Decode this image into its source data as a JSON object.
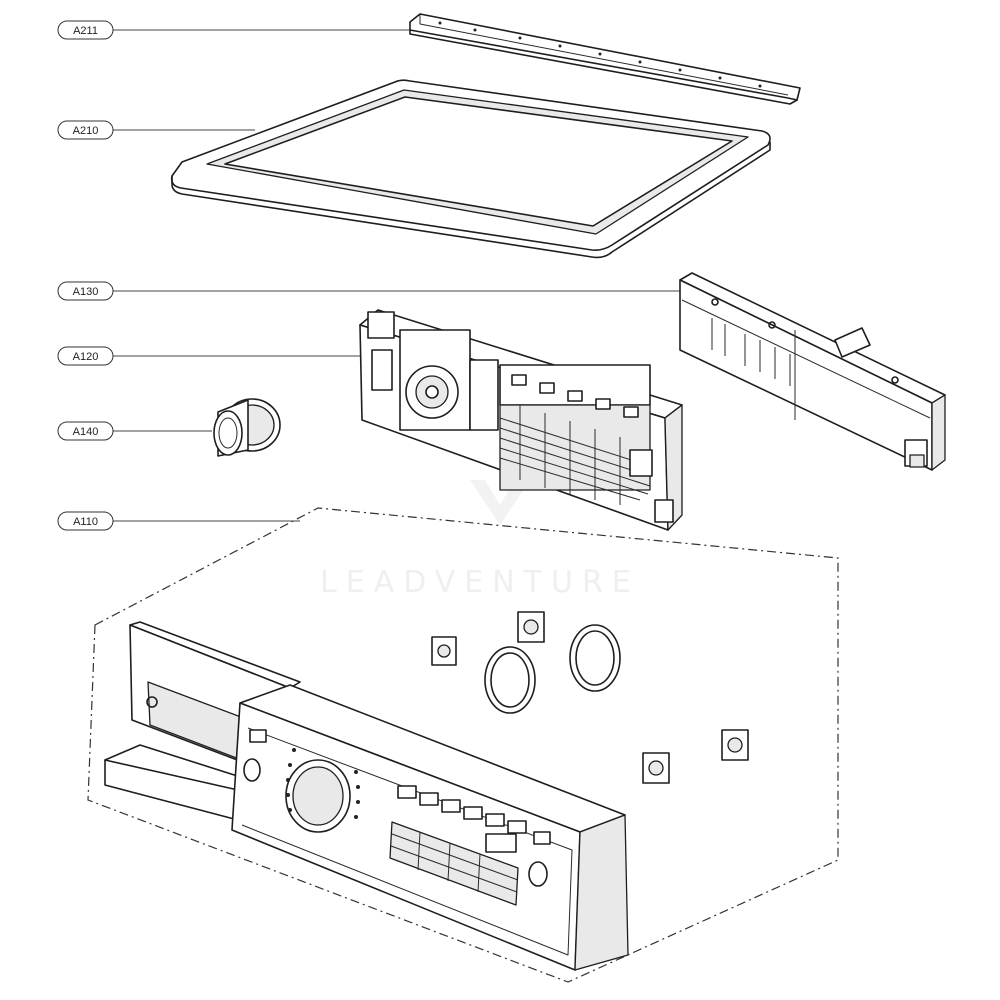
{
  "callouts": [
    {
      "id": "A211",
      "label": "A211"
    },
    {
      "id": "A210",
      "label": "A210"
    },
    {
      "id": "A130",
      "label": "A130"
    },
    {
      "id": "A120",
      "label": "A120"
    },
    {
      "id": "A140",
      "label": "A140"
    },
    {
      "id": "A110",
      "label": "A110"
    }
  ],
  "watermark": {
    "text": "LEADVENTURE"
  },
  "colors": {
    "line": "#1e1e1e",
    "background": "#ffffff",
    "watermark": "#efefef"
  }
}
